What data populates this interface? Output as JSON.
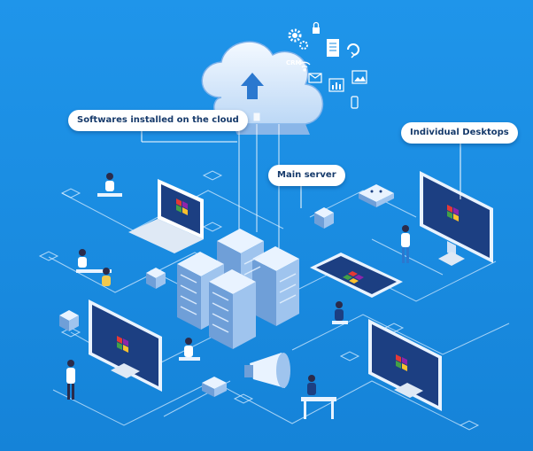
{
  "labels": {
    "cloud": "Softwares installed on the cloud",
    "server": "Main server",
    "desktops": "Individual Desktops"
  },
  "cloud_icon_text": "CRM",
  "icons": [
    "gear-icon",
    "lock-icon",
    "document-icon",
    "refresh-icon",
    "wifi-icon",
    "mail-icon",
    "image-icon",
    "chart-icon",
    "phone-icon",
    "upload-arrow-icon",
    "megaphone-icon",
    "windows-logo-icon"
  ],
  "colors": {
    "background": "#1b8ee3",
    "line": "#d6ecff",
    "screen": "#1c3f82",
    "server_top": "#e9f3ff",
    "server_side": "#9fc4ee",
    "server_front": "#6f9fd8",
    "logo_red": "#e53935",
    "logo_purple": "#8e24aa",
    "logo_green": "#43a047",
    "logo_yellow": "#fbc02d"
  }
}
